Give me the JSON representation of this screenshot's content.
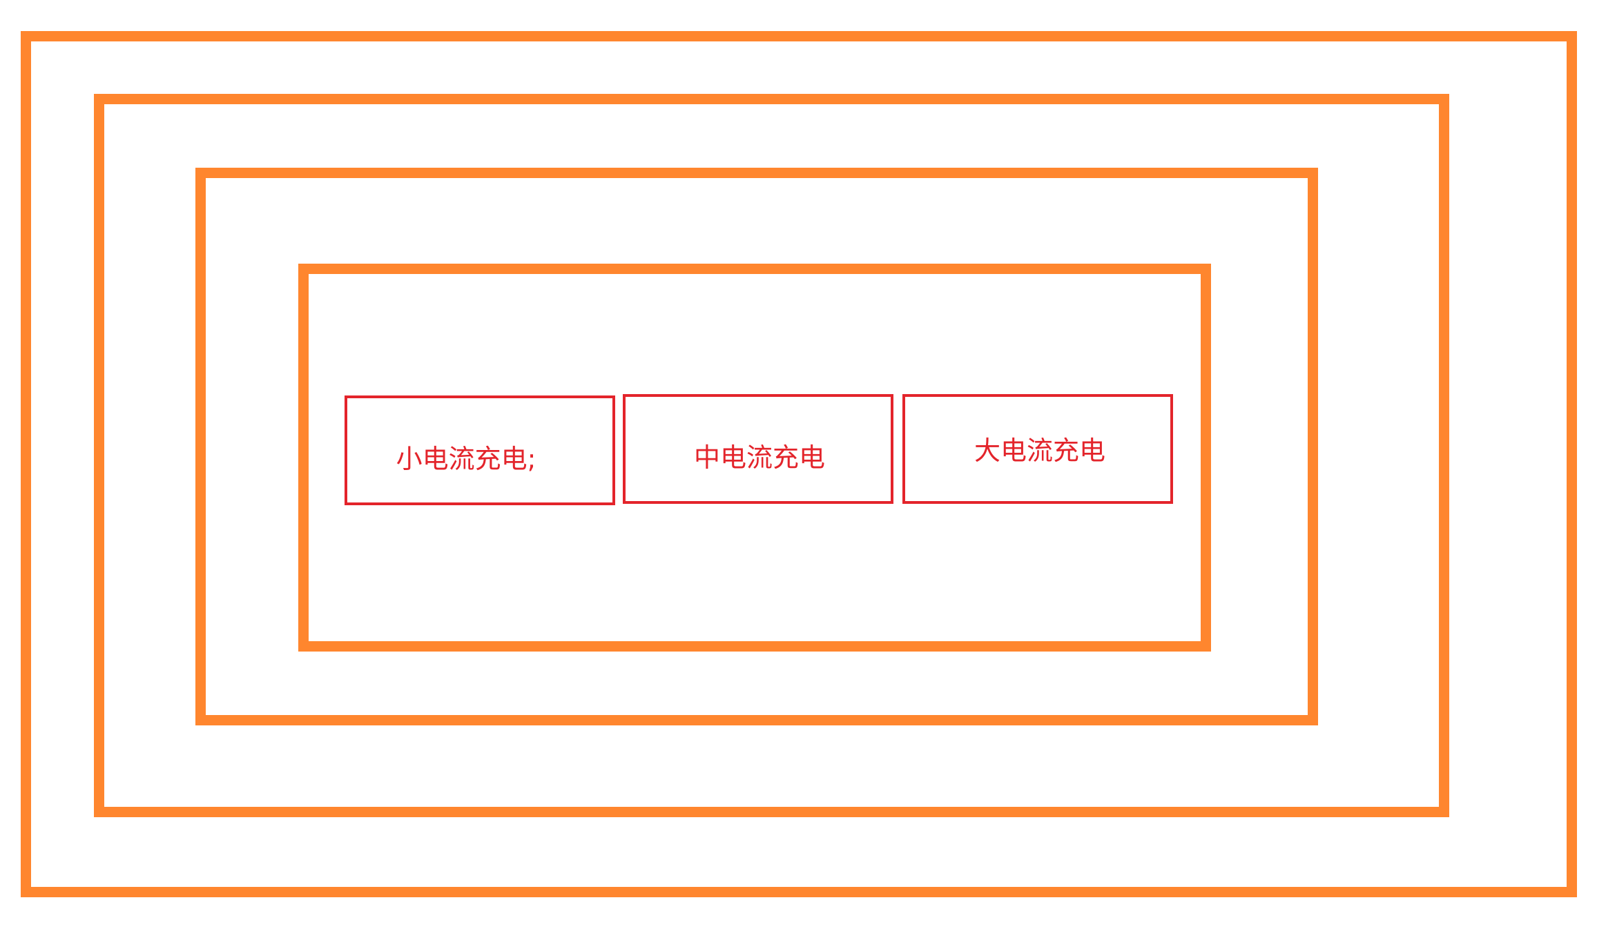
{
  "colors": {
    "frame_border": "#FF862E",
    "box_border": "#E3242B",
    "box_text": "#E3242B",
    "background": "#FFFFFF"
  },
  "boxes": [
    {
      "label": "小电流充电;"
    },
    {
      "label": "中电流充电"
    },
    {
      "label": "大电流充电"
    }
  ]
}
